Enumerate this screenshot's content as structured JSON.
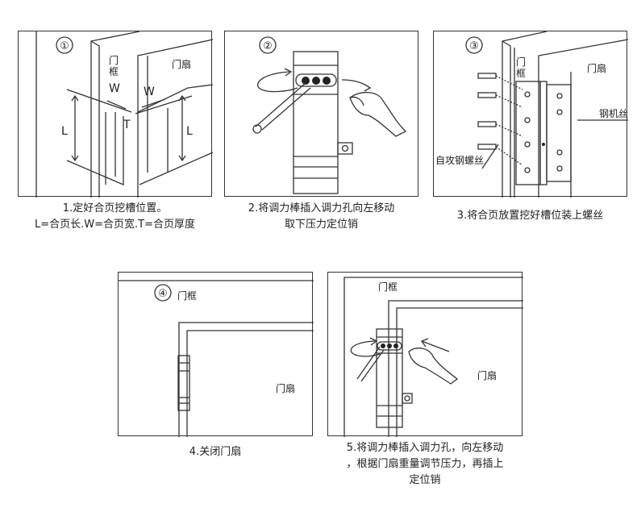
{
  "steps": [
    {
      "num": "①",
      "labels": {
        "frame_a": "门",
        "frame_b": "框",
        "leaf": "门扇",
        "w1": "W",
        "w2": "W",
        "t": "T",
        "l1": "L",
        "l2": "L"
      },
      "caption_lines": [
        "1.定好合页挖槽位置。",
        "L=合页长.W=合页宽.T=合页厚度"
      ]
    },
    {
      "num": "②",
      "labels": {},
      "caption_lines": [
        "2.将调力棒插入调力孔向左移动",
        "取下压力定位销"
      ]
    },
    {
      "num": "③",
      "labels": {
        "frame_a": "门",
        "frame_b": "框",
        "leaf": "门扇",
        "machine_screw": "钢机丝",
        "self_tapping": "自攻钢螺丝"
      },
      "caption_lines": [
        "3.将合页放置挖好槽位装上螺丝"
      ]
    },
    {
      "num": "④",
      "labels": {
        "frame": "门框",
        "leaf": "门扇"
      },
      "caption_lines": [
        "4.关闭门扇"
      ]
    },
    {
      "num": "",
      "labels": {
        "frame": "门框",
        "leaf": "门扇"
      },
      "caption_lines": [
        "5.将调力棒插入调力孔，向左移动",
        "，根据门扇重量调节压力，再插上",
        "定位销"
      ]
    }
  ]
}
